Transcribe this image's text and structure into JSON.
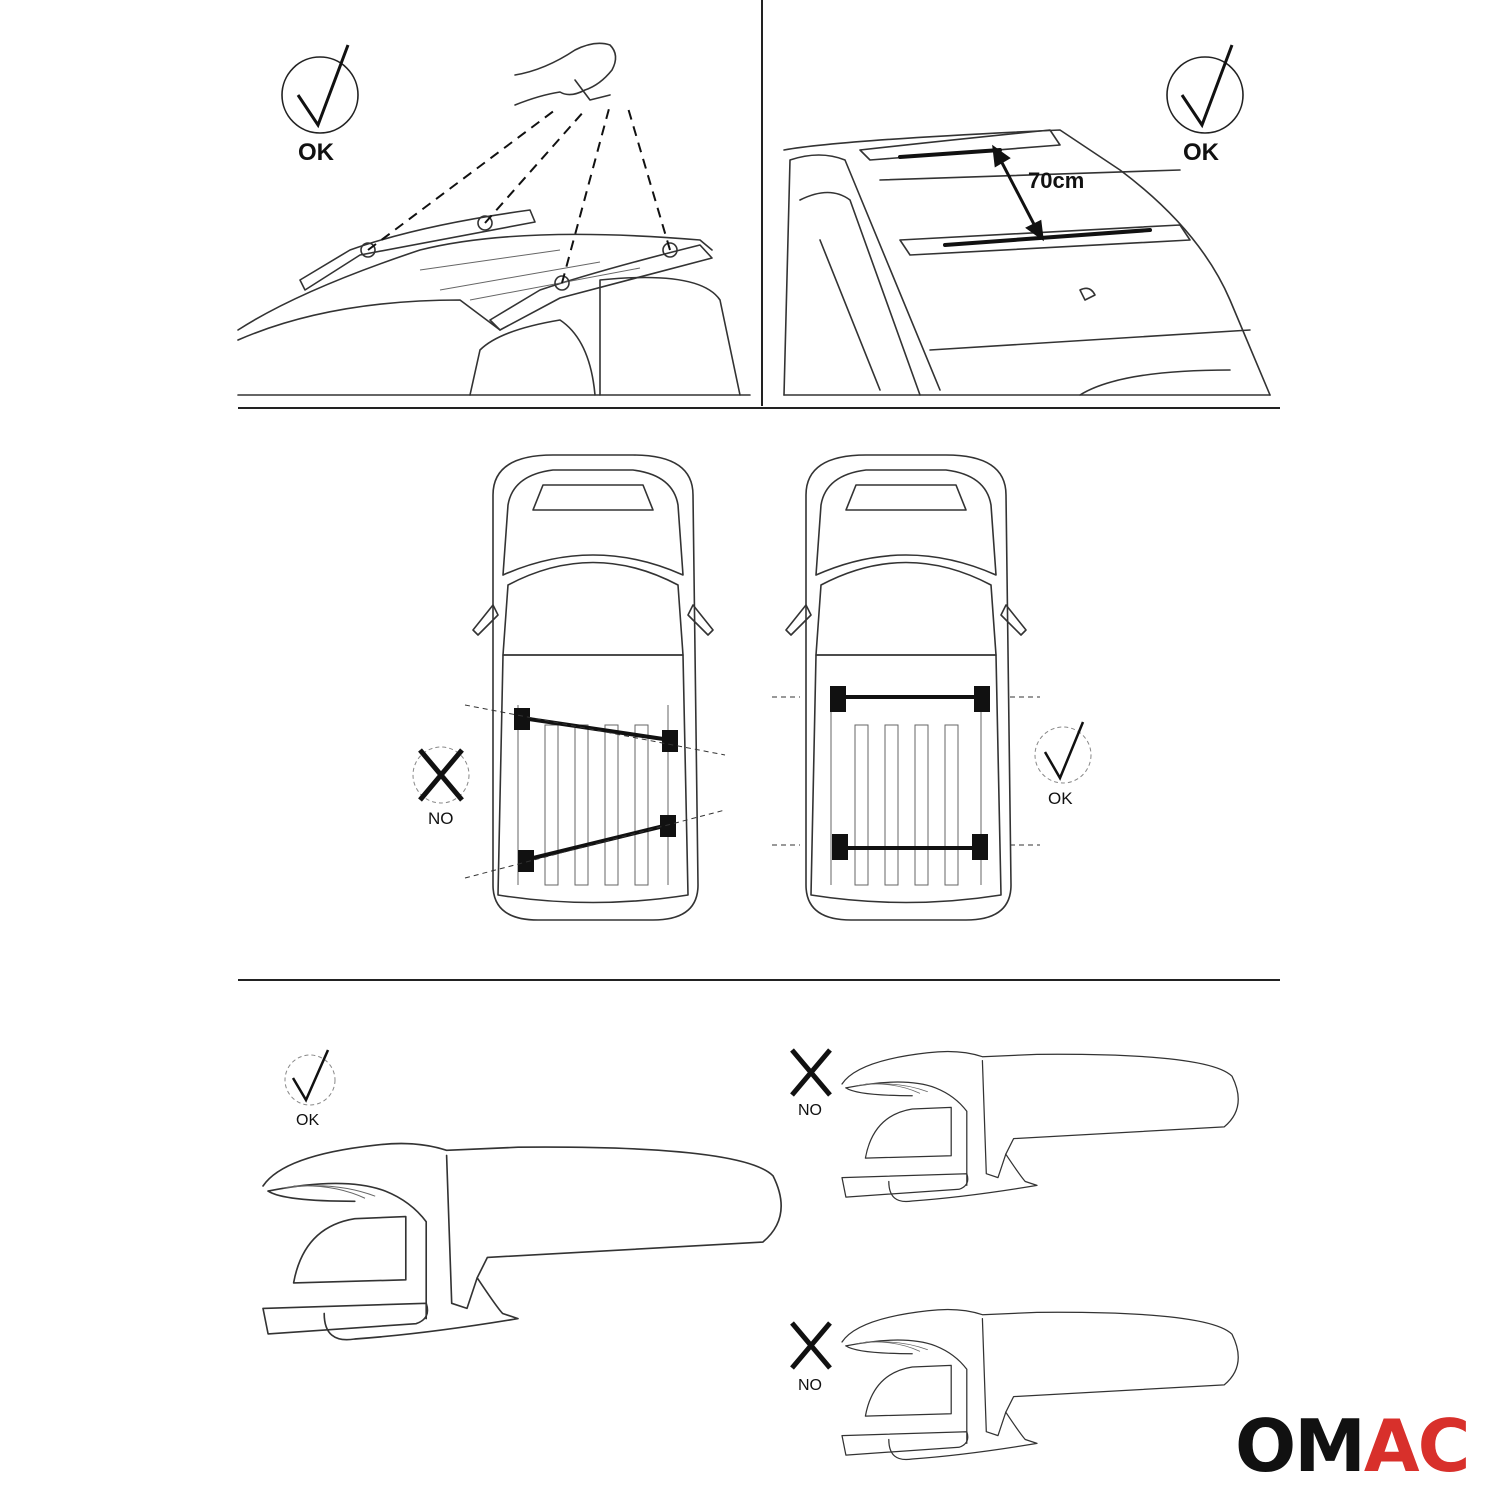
{
  "panels": {
    "top_left": {
      "status": "OK",
      "status_icon": "check-circle-icon"
    },
    "top_right": {
      "status": "OK",
      "status_icon": "check-circle-icon",
      "dimension": "70cm"
    },
    "middle_left": {
      "status": "NO",
      "status_icon": "x-mark-icon"
    },
    "middle_right": {
      "status": "OK",
      "status_icon": "check-circle-icon"
    },
    "bottom_left": {
      "status": "OK",
      "status_icon": "check-circle-icon"
    },
    "bottom_right_top": {
      "status": "NO",
      "status_icon": "x-mark-icon"
    },
    "bottom_right_bottom": {
      "status": "NO",
      "status_icon": "x-mark-icon"
    }
  },
  "logo": {
    "text_dark": "OM",
    "text_red": "AC",
    "colors": {
      "dark": "#111111",
      "red": "#d8302b"
    }
  }
}
